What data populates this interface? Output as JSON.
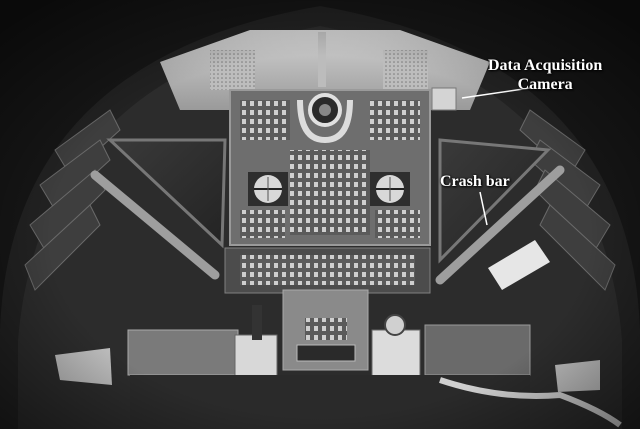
{
  "annotations": {
    "camera_line1": "Data Acquisition",
    "camera_line2": "Camera",
    "crash_bar": "Crash bar"
  },
  "colors": {
    "label_text": "#ffffff",
    "frame_dark": "#1c1c1c",
    "panel_gray": "#8a8a8a",
    "bulkhead_light": "#c8c8c8"
  },
  "image": {
    "style": "grayscale photograph",
    "subject": "spacecraft cockpit instrument panel"
  }
}
